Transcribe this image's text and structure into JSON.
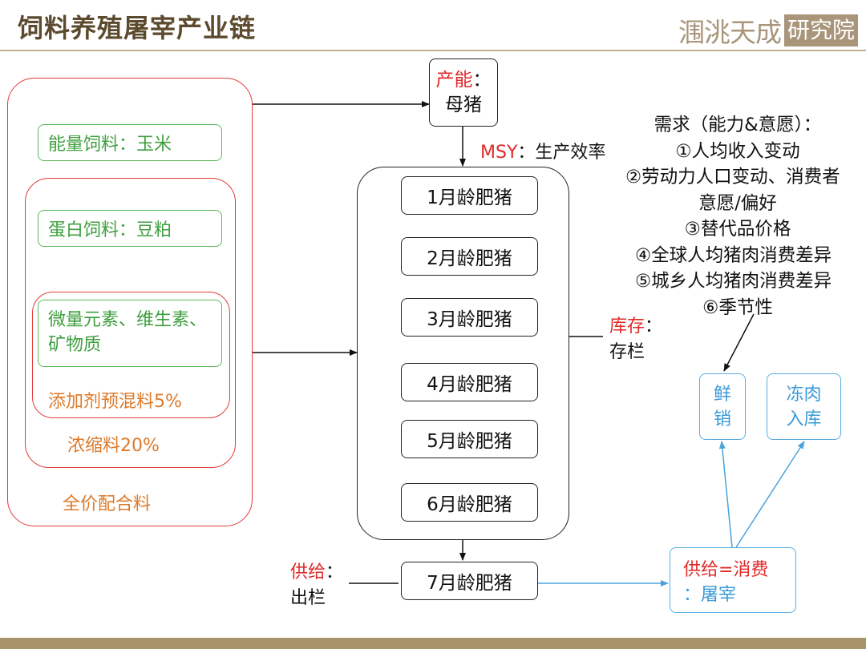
{
  "header": {
    "title": "饲料养殖屠宰产业链",
    "logo_text": "涠洮天成",
    "logo_badge": "研究院"
  },
  "feed": {
    "energy": "能量饲料：玉米",
    "protein": "蛋白饲料：豆粕",
    "micro": "微量元素、维生素、矿物质",
    "premix": "添加剂预混料5%",
    "concentrate": "浓缩料20%",
    "complete": "全价配合料"
  },
  "capacity": {
    "label": "产能",
    "colon": "：",
    "value": "母猪"
  },
  "msy": {
    "label": "MSY",
    "text": "：生产效率"
  },
  "pigs": [
    "1月龄肥猪",
    "2月龄肥猪",
    "3月龄肥猪",
    "4月龄肥猪",
    "5月龄肥猪",
    "6月龄肥猪"
  ],
  "pig7": "7月龄肥猪",
  "inventory": {
    "label": "库存",
    "colon": "：",
    "value": "存栏"
  },
  "supply": {
    "label": "供给",
    "colon": "：",
    "value": "出栏"
  },
  "demand": {
    "title": "需求（能力&意愿）：",
    "items": [
      "①人均收入变动",
      "②劳动力人口变动、消费者",
      "意愿/偏好",
      "③替代品价格",
      "④全球人均猪肉消费差异",
      "⑤城乡人均猪肉消费差异",
      "⑥季节性"
    ]
  },
  "fresh": {
    "line1": "鲜",
    "line2": "销"
  },
  "frozen": {
    "line1": "冻肉",
    "line2": "入库"
  },
  "balance": {
    "line1": "供给=消费",
    "line2": "：屠宰"
  },
  "colors": {
    "red": "#e23b3b",
    "green": "#5cb85c",
    "orange": "#dd7a2a",
    "blue": "#5aaee0",
    "brand": "#a8957a"
  }
}
